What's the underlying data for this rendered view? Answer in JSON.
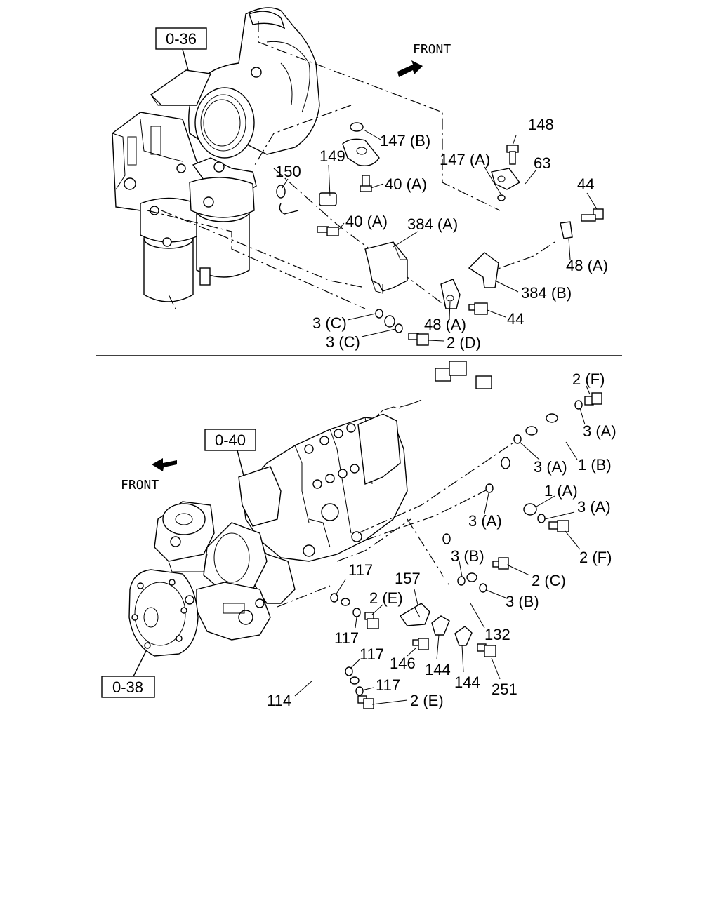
{
  "top": {
    "front_label": "FRONT",
    "ref_box": "0-36",
    "labels": {
      "p148": "148",
      "p147b": "147 (B)",
      "p147a": "147 (A)",
      "p63": "63",
      "p149": "149",
      "p150": "150",
      "p40a_1": "40 (A)",
      "p40a_2": "40 (A)",
      "p44_1": "44",
      "p384a": "384 (A)",
      "p48a_1": "48 (A)",
      "p384b": "384 (B)",
      "p3c_1": "3 (C)",
      "p48a_2": "48 (A)",
      "p44_2": "44",
      "p3c_2": "3 (C)",
      "p2d": "2 (D)"
    }
  },
  "bottom": {
    "front_label": "FRONT",
    "ref_box_pump": "0-40",
    "ref_box_comp": "0-38",
    "labels": {
      "p2f_1": "2 (F)",
      "p3a_1": "3 (A)",
      "p3a_2": "3 (A)",
      "p1b": "1 (B)",
      "p1a": "1 (A)",
      "p3a_3": "3 (A)",
      "p3a_4": "3 (A)",
      "p2f_2": "2 (F)",
      "p3b_1": "3 (B)",
      "p2c": "2 (C)",
      "p3b_2": "3 (B)",
      "p117_1": "117",
      "p157": "157",
      "p2e_1": "2 (E)",
      "p117_2": "117",
      "p132": "132",
      "p146": "146",
      "p144_1": "144",
      "p117_3": "117",
      "p144_2": "144",
      "p251": "251",
      "p117_4": "117",
      "p114": "114",
      "p2e_2": "2 (E)"
    }
  }
}
